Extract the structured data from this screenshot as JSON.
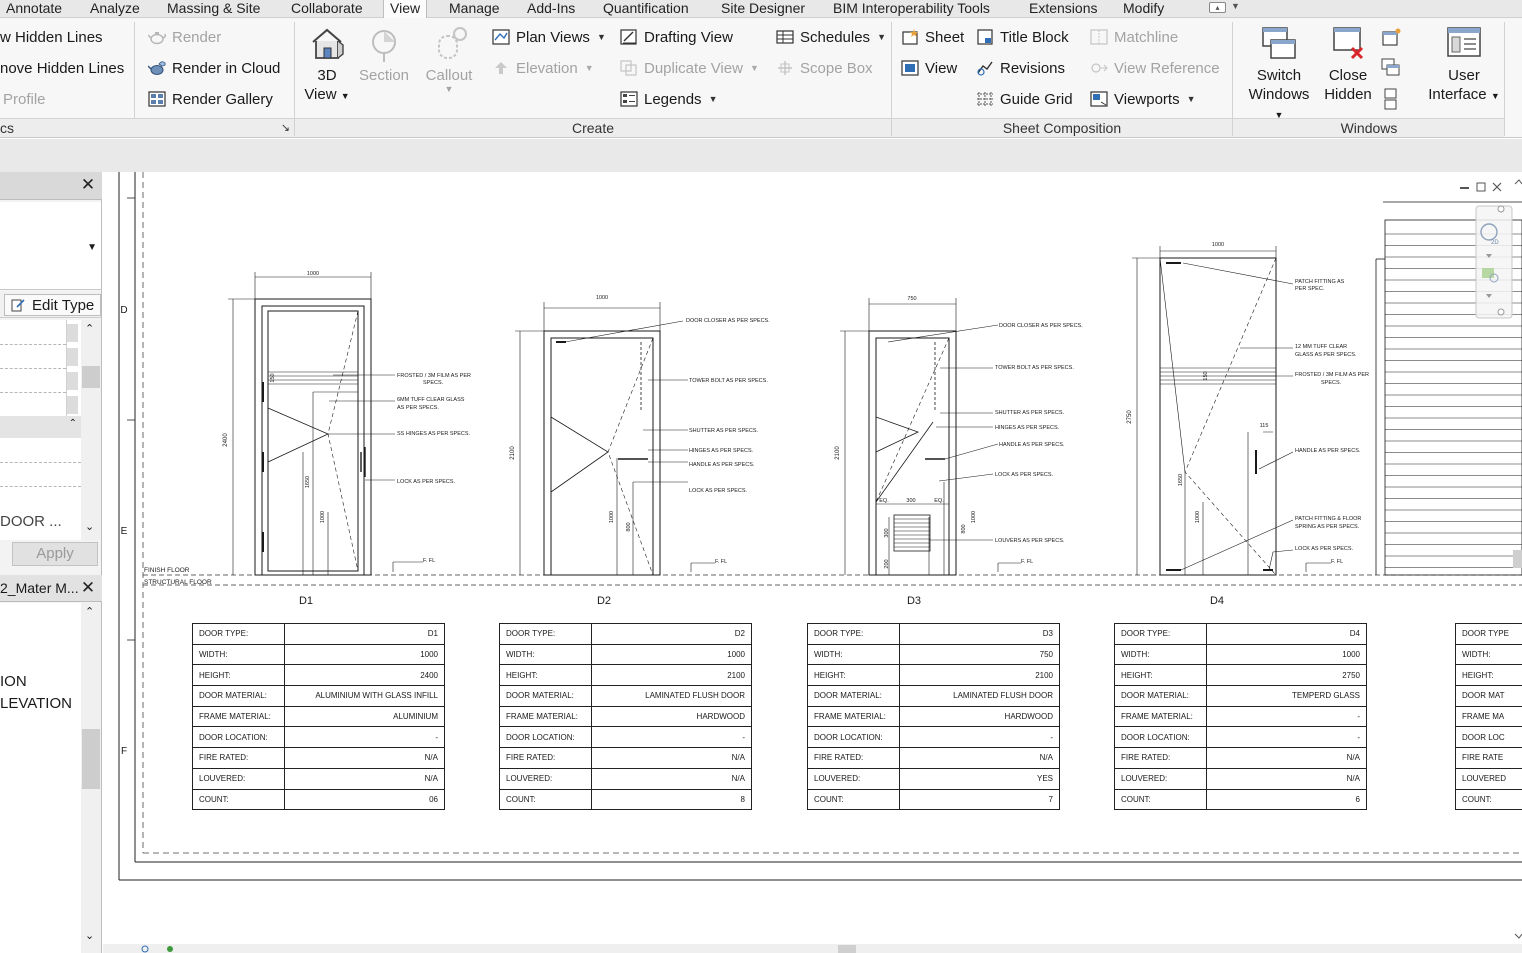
{
  "menu": {
    "tabs": [
      "Annotate",
      "Analyze",
      "Massing & Site",
      "Collaborate",
      "View",
      "Manage",
      "Add-Ins",
      "Quantification",
      "Site Designer",
      "BIM Interoperability Tools",
      "Extensions",
      "Modify"
    ],
    "active": "View"
  },
  "ribbon": {
    "graphics": {
      "hidden_lines": "w  Hidden Lines",
      "remove_hidden_lines": "nove  Hidden Lines",
      "profile": "Profile",
      "panel_label": "cs"
    },
    "render": {
      "render": "Render",
      "render_cloud": "Render  in Cloud",
      "render_gallery": "Render  Gallery"
    },
    "create": {
      "view3d_line1": "3D",
      "view3d_line2": "View",
      "section": "Section",
      "callout": "Callout",
      "plan_views": "Plan  Views",
      "elevation": "Elevation",
      "drafting_view": "Drafting  View",
      "duplicate_view": "Duplicate  View",
      "legends": "Legends",
      "schedules": "Schedules",
      "scope_box": "Scope  Box",
      "panel_label": "Create"
    },
    "sheet_composition": {
      "sheet": "Sheet",
      "view": "View",
      "title_block": "Title  Block",
      "revisions": "Revisions",
      "guide_grid": "Guide  Grid",
      "matchline": "Matchline",
      "view_reference": "View  Reference",
      "viewports": "Viewports",
      "panel_label": "Sheet Composition"
    },
    "windows": {
      "switch_line1": "Switch",
      "switch_line2": "Windows",
      "close_line1": "Close",
      "close_line2": "Hidden",
      "ui_line1": "User",
      "ui_line2": "Interface",
      "panel_label": "Windows"
    }
  },
  "left_panel": {
    "close_glyph": "✕",
    "edit_type": "Edit Type",
    "door_value": "DOOR ...",
    "apply": "Apply",
    "browser_title": "2_Mater M...",
    "browser_item1": "ION",
    "browser_item2": "LEVATION"
  },
  "drawing": {
    "grid_labels": [
      "D",
      "E",
      "F"
    ],
    "finish_floor": "FINISH FLOOR",
    "structural_floor": "STRUCTURAL FLOOR",
    "ffl": "F. FL",
    "annotations": {
      "d1": [
        "FROSTED / 3M FILM AS PER",
        "SPECS.",
        "6MM TUFF CLEAR GLASS",
        "AS PER SPECS.",
        "SS HINGES AS PER SPECS.",
        "LOCK AS PER SPECS."
      ],
      "d2": [
        "DOOR CLOSER AS PER SPECS.",
        "TOWER BOLT AS PER SPECS.",
        "SHUTTER AS PER SPECS.",
        "HINGES AS PER SPECS.",
        "HANDLE AS PER SPECS.",
        "LOCK AS PER SPECS."
      ],
      "d3": [
        "DOOR CLOSER AS PER SPECS.",
        "TOWER BOLT AS PER SPECS.",
        "SHUTTER AS PER SPECS.",
        "HINGES AS PER SPECS.",
        "HANDLE AS PER SPECS.",
        "LOCK AS PER SPECS.",
        "LOUVERS AS PER SPECS."
      ],
      "d4": [
        "PATCH FITTING AS",
        "PER SPEC.",
        "12 MM TUFF CLEAR",
        "GLASS AS PER SPECS.",
        "FROSTED / 3M FILM AS PER",
        "SPECS.",
        "HANDLE AS PER SPECS.",
        "PATCH FITTING & FLOOR",
        "SPRING AS PER SPECS.",
        "LOCK AS PER SPECS."
      ]
    },
    "dims": {
      "d1": {
        "w": "1000",
        "h": "2400",
        "a": "150",
        "b": "1650",
        "c": "1000"
      },
      "d2": {
        "w": "1000",
        "h": "2100",
        "a": "1000",
        "b": "800"
      },
      "d3": {
        "w": "750",
        "h": "2100",
        "eq": "EQ.",
        "mid": "300",
        "a": "1000",
        "b": "800",
        "c": "300",
        "d": "200"
      },
      "d4": {
        "w": "1000",
        "h": "2750",
        "a": "150",
        "b": "1650",
        "c": "1000",
        "d": "115"
      }
    },
    "doors": [
      {
        "label": "D1",
        "rows": [
          [
            "DOOR TYPE:",
            "D1"
          ],
          [
            "WIDTH:",
            "1000"
          ],
          [
            "HEIGHT:",
            "2400"
          ],
          [
            "DOOR MATERIAL:",
            "ALUMINIUM WITH GLASS INFILL"
          ],
          [
            "FRAME MATERIAL:",
            "ALUMINIUM"
          ],
          [
            "DOOR LOCATION:",
            "-"
          ],
          [
            "FIRE RATED:",
            "N/A"
          ],
          [
            "LOUVERED:",
            "N/A"
          ],
          [
            "COUNT:",
            "06"
          ]
        ]
      },
      {
        "label": "D2",
        "rows": [
          [
            "DOOR TYPE:",
            "D2"
          ],
          [
            "WIDTH:",
            "1000"
          ],
          [
            "HEIGHT:",
            "2100"
          ],
          [
            "DOOR MATERIAL:",
            "LAMINATED FLUSH DOOR"
          ],
          [
            "FRAME MATERIAL:",
            "HARDWOOD"
          ],
          [
            "DOOR LOCATION:",
            "-"
          ],
          [
            "FIRE RATED:",
            "N/A"
          ],
          [
            "LOUVERED:",
            "N/A"
          ],
          [
            "COUNT:",
            "8"
          ]
        ]
      },
      {
        "label": "D3",
        "rows": [
          [
            "DOOR TYPE:",
            "D3"
          ],
          [
            "WIDTH:",
            "750"
          ],
          [
            "HEIGHT:",
            "2100"
          ],
          [
            "DOOR MATERIAL:",
            "LAMINATED FLUSH DOOR"
          ],
          [
            "FRAME MATERIAL:",
            "HARDWOOD"
          ],
          [
            "DOOR LOCATION:",
            "-"
          ],
          [
            "FIRE RATED:",
            "N/A"
          ],
          [
            "LOUVERED:",
            "YES"
          ],
          [
            "COUNT:",
            "7"
          ]
        ]
      },
      {
        "label": "D4",
        "rows": [
          [
            "DOOR TYPE:",
            "D4"
          ],
          [
            "WIDTH:",
            "1000"
          ],
          [
            "HEIGHT:",
            "2750"
          ],
          [
            "DOOR MATERIAL:",
            "TEMPERD GLASS"
          ],
          [
            "FRAME MATERIAL:",
            "-"
          ],
          [
            "DOOR LOCATION:",
            "-"
          ],
          [
            "FIRE RATED:",
            "N/A"
          ],
          [
            "LOUVERED:",
            "N/A"
          ],
          [
            "COUNT:",
            "6"
          ]
        ]
      }
    ],
    "partial_table": [
      "DOOR TYPE",
      "WIDTH:",
      "HEIGHT:",
      "DOOR MAT",
      "FRAME MA",
      "DOOR LOC",
      "FIRE RATE",
      "LOUVERED",
      "COUNT:"
    ]
  },
  "colors": {
    "ribbon_bg": "#f7f7f7",
    "menu_bg": "#e8e8e8",
    "panel_bg": "#f3f3f3",
    "line": "#1a1a1a",
    "accent_blue": "#2f6db5",
    "close_red": "#d9262b"
  }
}
